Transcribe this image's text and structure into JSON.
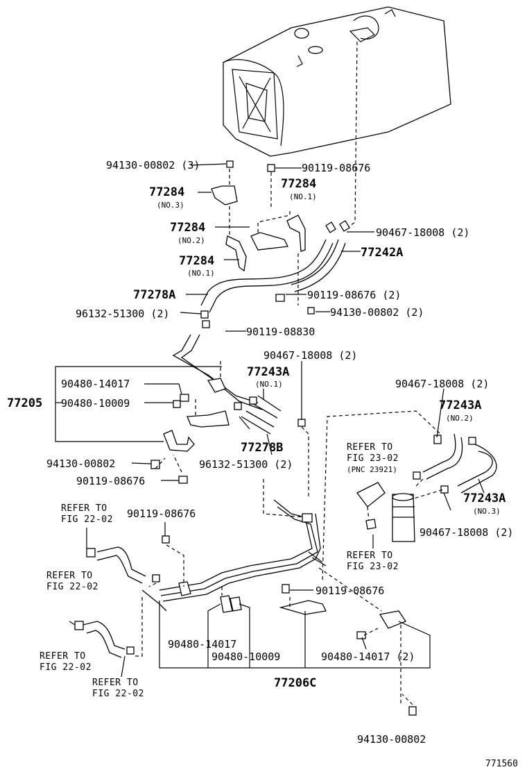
{
  "labels": {
    "p94130_00802_3": "94130-00802 (3)",
    "p90119_08676_a": "90119-08676",
    "p77284_a": "77284",
    "p77284_a_sub": "(NO.3)",
    "p77284_b": "77284",
    "p77284_b_sub": "(NO.1)",
    "p77284_c": "77284",
    "p77284_c_sub": "(NO.2)",
    "p90467_18008_2a": "90467-18008 (2)",
    "p77284_d": "77284",
    "p77284_d_sub": "(NO.1)",
    "p77242A": "77242A",
    "p77278A": "77278A",
    "p90119_08676_2": "90119-08676 (2)",
    "p96132_51300_2a": "96132-51300 (2)",
    "p94130_00802_2": "94130-00802 (2)",
    "p90119_08830": "90119-08830",
    "p90467_18008_2b": "90467-18008 (2)",
    "p77243A_a": "77243A",
    "p77243A_a_sub": "(NO.1)",
    "p90480_14017_a": "90480-14017",
    "p77205": "77205",
    "p90480_10009_a": "90480-10009",
    "p90467_18008_2c": "90467-18008 (2)",
    "p77243A_b": "77243A",
    "p77243A_b_sub": "(NO.2)",
    "p77278B": "77278B",
    "p96132_51300_2b": "96132-51300 (2)",
    "ref_fig23_a_1": "REFER TO",
    "ref_fig23_a_2": "FIG 23-02",
    "ref_fig23_a_3": "(PNC 23921)",
    "p94130_00802_a": "94130-00802",
    "p90119_08676_b": "90119-08676",
    "p77243A_c": "77243A",
    "p77243A_c_sub": "(NO.3)",
    "ref_fig22_a_1": "REFER TO",
    "ref_fig22_a_2": "FIG 22-02",
    "p90119_08676_c": "90119-08676",
    "p90467_18008_2d": "90467-18008 (2)",
    "ref_fig23_b_1": "REFER TO",
    "ref_fig23_b_2": "FIG 23-02",
    "ref_fig22_b_1": "REFER TO",
    "ref_fig22_b_2": "FIG 22-02",
    "p90119_08676_d": "90119-08676",
    "p90480_14017_b": "90480-14017",
    "p90480_10009_b": "90480-10009",
    "p90480_14017_2": "90480-14017 (2)",
    "ref_fig22_c_1": "REFER TO",
    "ref_fig22_c_2": "FIG 22-02",
    "ref_fig22_d_1": "REFER TO",
    "ref_fig22_d_2": "FIG 22-02",
    "p77206C": "77206C",
    "p94130_00802_b": "94130-00802",
    "figure_number": "771560"
  }
}
